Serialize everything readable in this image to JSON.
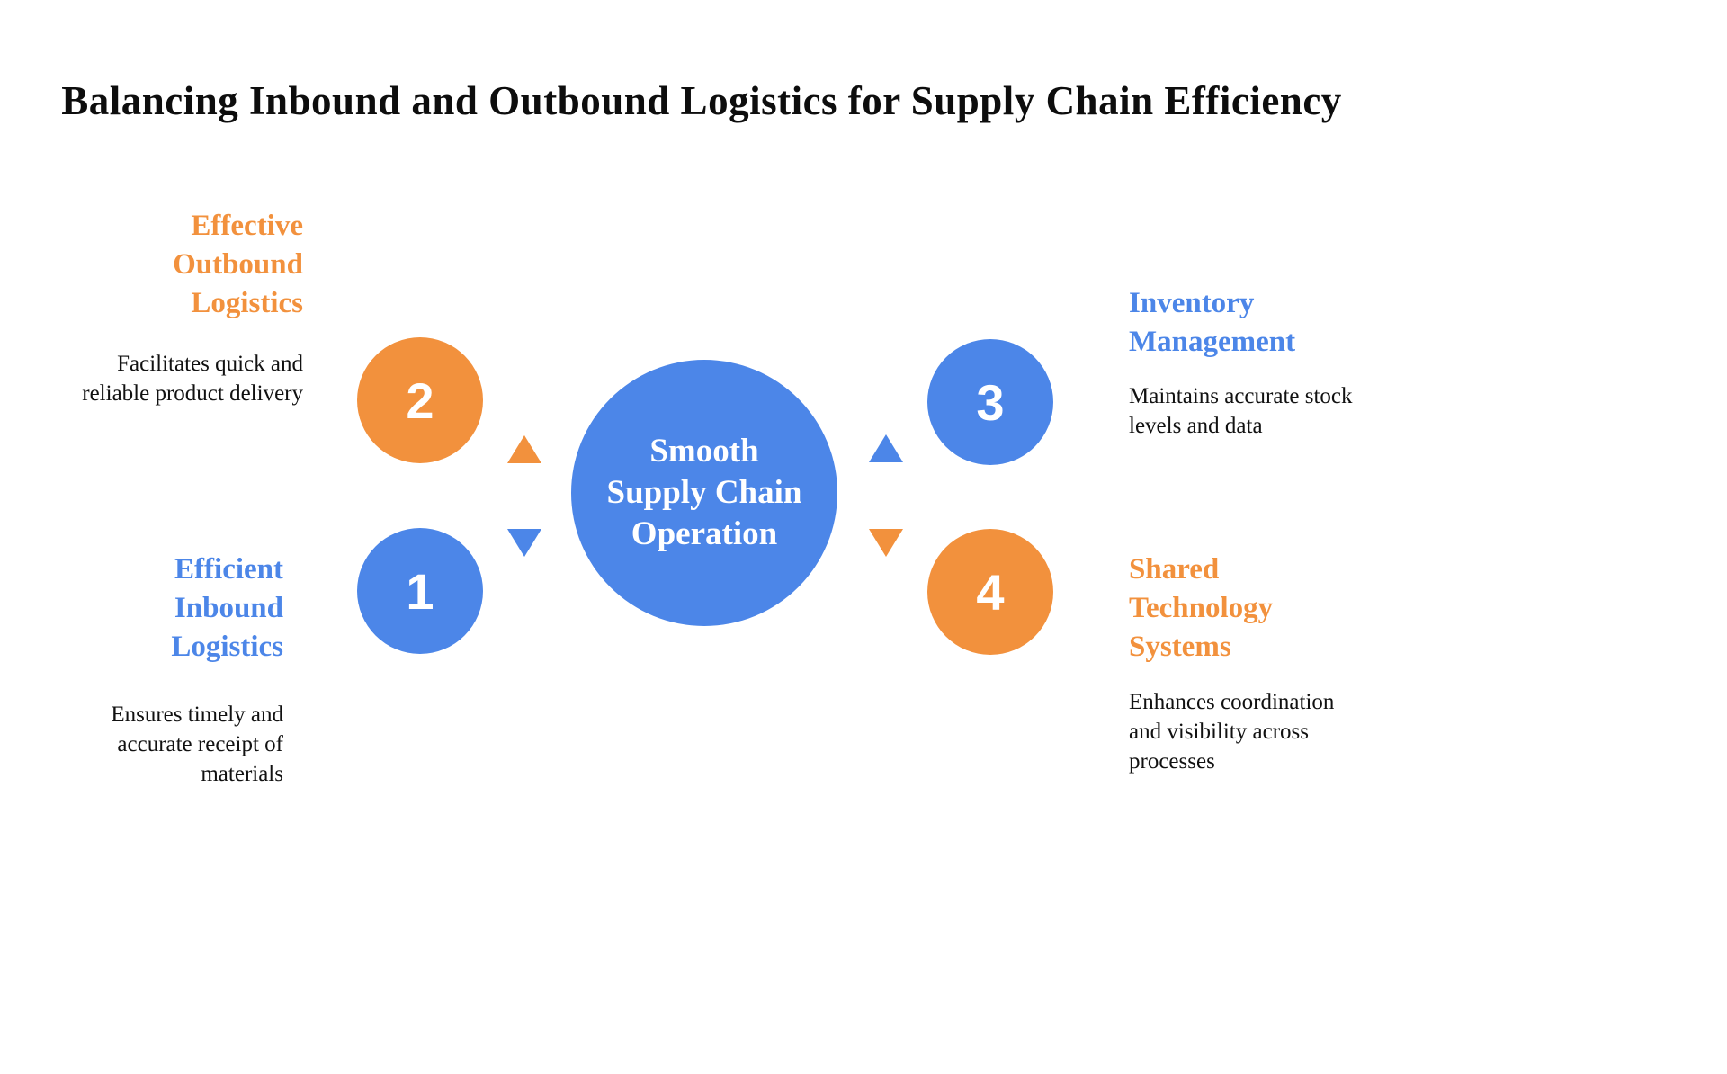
{
  "title": "Balancing Inbound and Outbound Logistics for Supply Chain Efficiency",
  "colors": {
    "orange": "#F2913D",
    "blue": "#4C86E8",
    "background": "#FFFFFF",
    "title_text": "#0D0D0D",
    "body_text": "#111111"
  },
  "center_node": {
    "label": "Smooth Supply Chain Operation",
    "color": "blue"
  },
  "nodes": [
    {
      "number": "1",
      "color": "blue",
      "position": "bottom-left",
      "heading": "Efficient Inbound Logistics",
      "description": "Ensures timely and accurate receipt of materials"
    },
    {
      "number": "2",
      "color": "orange",
      "position": "top-left",
      "heading": "Effective Outbound Logistics",
      "description": "Facilitates quick and reliable product delivery"
    },
    {
      "number": "3",
      "color": "blue",
      "position": "top-right",
      "heading": "Inventory Management",
      "description": "Maintains accurate stock levels and data"
    },
    {
      "number": "4",
      "color": "orange",
      "position": "bottom-right",
      "heading": "Shared Technology Systems",
      "description": "Enhances coordination and visibility across processes"
    }
  ],
  "arrows": [
    {
      "direction": "up",
      "color": "orange",
      "side": "left"
    },
    {
      "direction": "down",
      "color": "blue",
      "side": "left"
    },
    {
      "direction": "up",
      "color": "blue",
      "side": "right"
    },
    {
      "direction": "down",
      "color": "orange",
      "side": "right"
    }
  ]
}
